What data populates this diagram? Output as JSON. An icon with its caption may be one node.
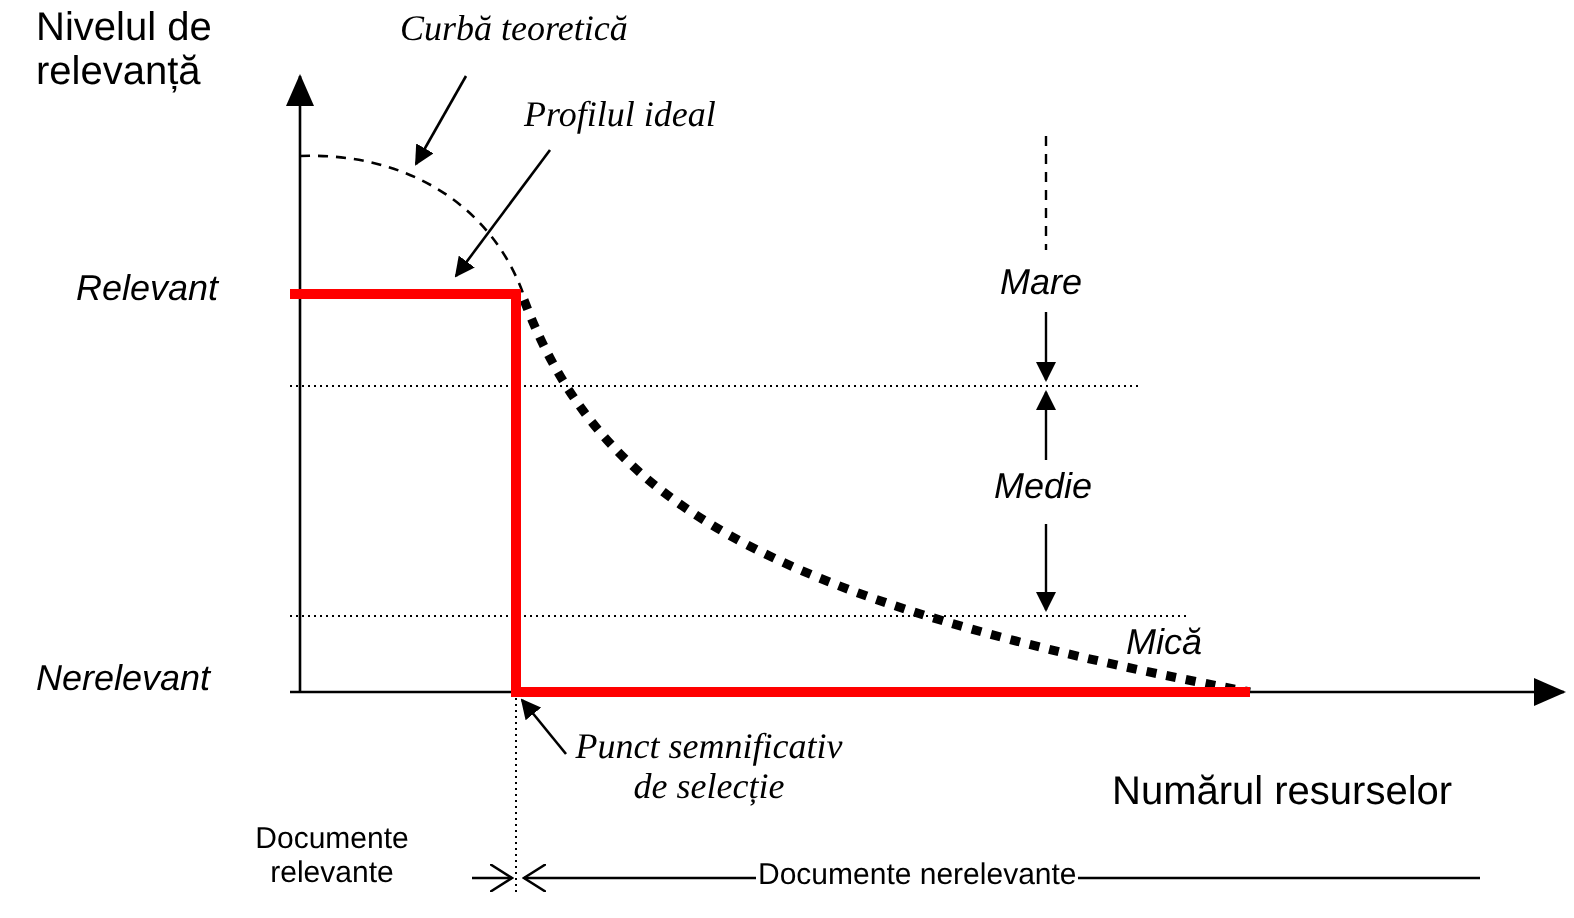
{
  "diagram": {
    "nodes": [
      {
        "text": [
          "Curbă teoretică"
        ]
      },
      {
        "text": [],
        "shape": "curve"
      },
      {
        "text": [
          "Profilul ideal"
        ]
      },
      {
        "text": [],
        "shape": "line"
      },
      {
        "text": [
          "Punct semnificativ de selecție"
        ]
      }
    ],
    "edges": [
      {
        "from": 0,
        "to": 1,
        "arrow": "to"
      },
      {
        "from": 2,
        "to": 3,
        "arrow": "to"
      },
      {
        "from": 4,
        "to": 3,
        "arrow": "to"
      }
    ],
    "labels": [
      "Nivelul de relevanță",
      "Relevant",
      "Mare",
      "Medie",
      "Mică",
      "Nerelevant",
      "Numărul resurselor",
      "Documente relevante",
      "Documente nerelevante"
    ]
  }
}
